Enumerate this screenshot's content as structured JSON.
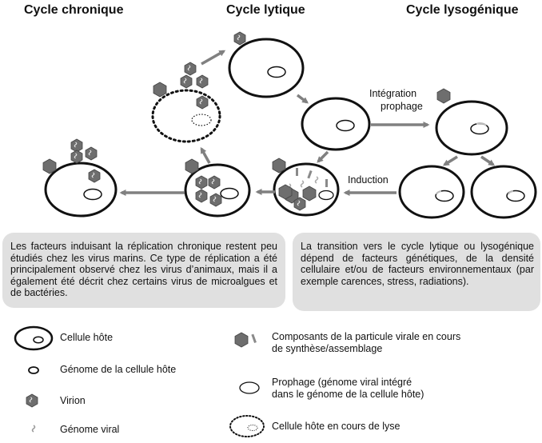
{
  "headers": {
    "chronic": "Cycle chronique",
    "lytic": "Cycle lytique",
    "lysogenic": "Cycle lysogénique"
  },
  "labels": {
    "integration": "Intégration",
    "prophage": "prophage",
    "induction": "Induction"
  },
  "notes": {
    "chronic": "Les facteurs induisant la réplication chronique restent peu étudiés chez les virus marins. Ce type de réplication a été principalement observé chez les virus d’animaux, mais il a également été décrit chez certains virus de microalgues et de bactéries.",
    "lysogenic": "La transition vers le cycle lytique ou lysogénique dépend de facteurs génétiques, de la densité cellulaire et/ou de facteurs environnementaux (par exemple carences, stress, radiations)."
  },
  "legend": {
    "host_cell": "Cellule hôte",
    "host_genome": "Génome de la cellule hôte",
    "virion": "Virion",
    "viral_genome": "Génome viral",
    "components_line1": "Composants de la particule virale en cours",
    "components_line2": "de synthèse/assemblage",
    "prophage_line1": "Prophage (génome viral intégré",
    "prophage_line2": "dans le génome de la cellule hôte)",
    "lysis": "Cellule hôte en cours de lyse"
  },
  "colors": {
    "virion": "#6e6e6e",
    "component": "#8a8a8a",
    "arrow": "#808080",
    "box": "#e0e0e0"
  }
}
